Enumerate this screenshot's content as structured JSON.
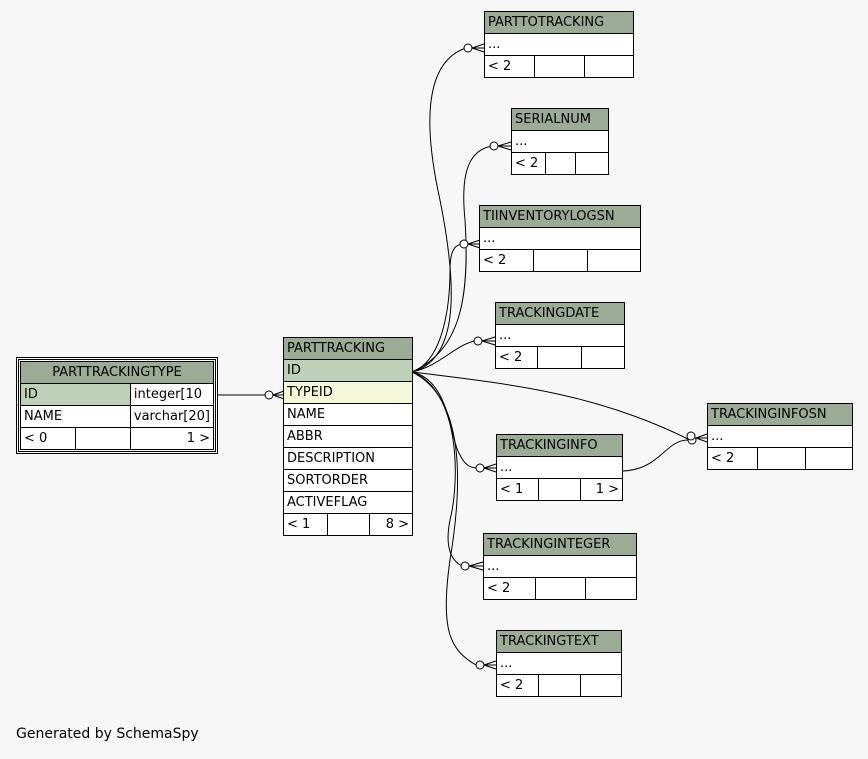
{
  "tables": {
    "parttrackingtype": {
      "name": "PARTTRACKINGTYPE",
      "rows": [
        {
          "col": "ID",
          "type": "integer[10"
        },
        {
          "col": "NAME",
          "type": "varchar[20]"
        }
      ],
      "footer": [
        "< 0",
        "",
        "1 >"
      ]
    },
    "parttracking": {
      "name": "PARTTRACKING",
      "columns": [
        "ID",
        "TYPEID",
        "NAME",
        "ABBR",
        "DESCRIPTION",
        "SORTORDER",
        "ACTIVEFLAG"
      ],
      "footer": [
        "< 1",
        "",
        "8 >"
      ]
    },
    "parttotracking": {
      "name": "PARTTOTRACKING",
      "ellipsis": "...",
      "footer": [
        "< 2",
        "",
        ""
      ]
    },
    "serialnum": {
      "name": "SERIALNUM",
      "ellipsis": "...",
      "footer": [
        "< 2",
        "",
        ""
      ]
    },
    "tiinventorylogsn": {
      "name": "TIINVENTORYLOGSN",
      "ellipsis": "...",
      "footer": [
        "< 2",
        "",
        ""
      ]
    },
    "trackingdate": {
      "name": "TRACKINGDATE",
      "ellipsis": "...",
      "footer": [
        "< 2",
        "",
        ""
      ]
    },
    "trackinginfo": {
      "name": "TRACKINGINFO",
      "ellipsis": "...",
      "footer": [
        "< 1",
        "",
        "1 >"
      ]
    },
    "trackinginfosn": {
      "name": "TRACKINGINFOSN",
      "ellipsis": "...",
      "footer": [
        "< 2",
        "",
        ""
      ]
    },
    "trackinginteger": {
      "name": "TRACKINGINTEGER",
      "ellipsis": "...",
      "footer": [
        "< 2",
        "",
        ""
      ]
    },
    "trackingtext": {
      "name": "TRACKINGTEXT",
      "ellipsis": "...",
      "footer": [
        "< 2",
        "",
        ""
      ]
    }
  },
  "footer_text": "Generated by SchemaSpy",
  "colors": {
    "header": "#9bab96",
    "primary_key": "#bed1b8",
    "foreign_key": "#f4f7da",
    "background": "#f7f7f7"
  }
}
